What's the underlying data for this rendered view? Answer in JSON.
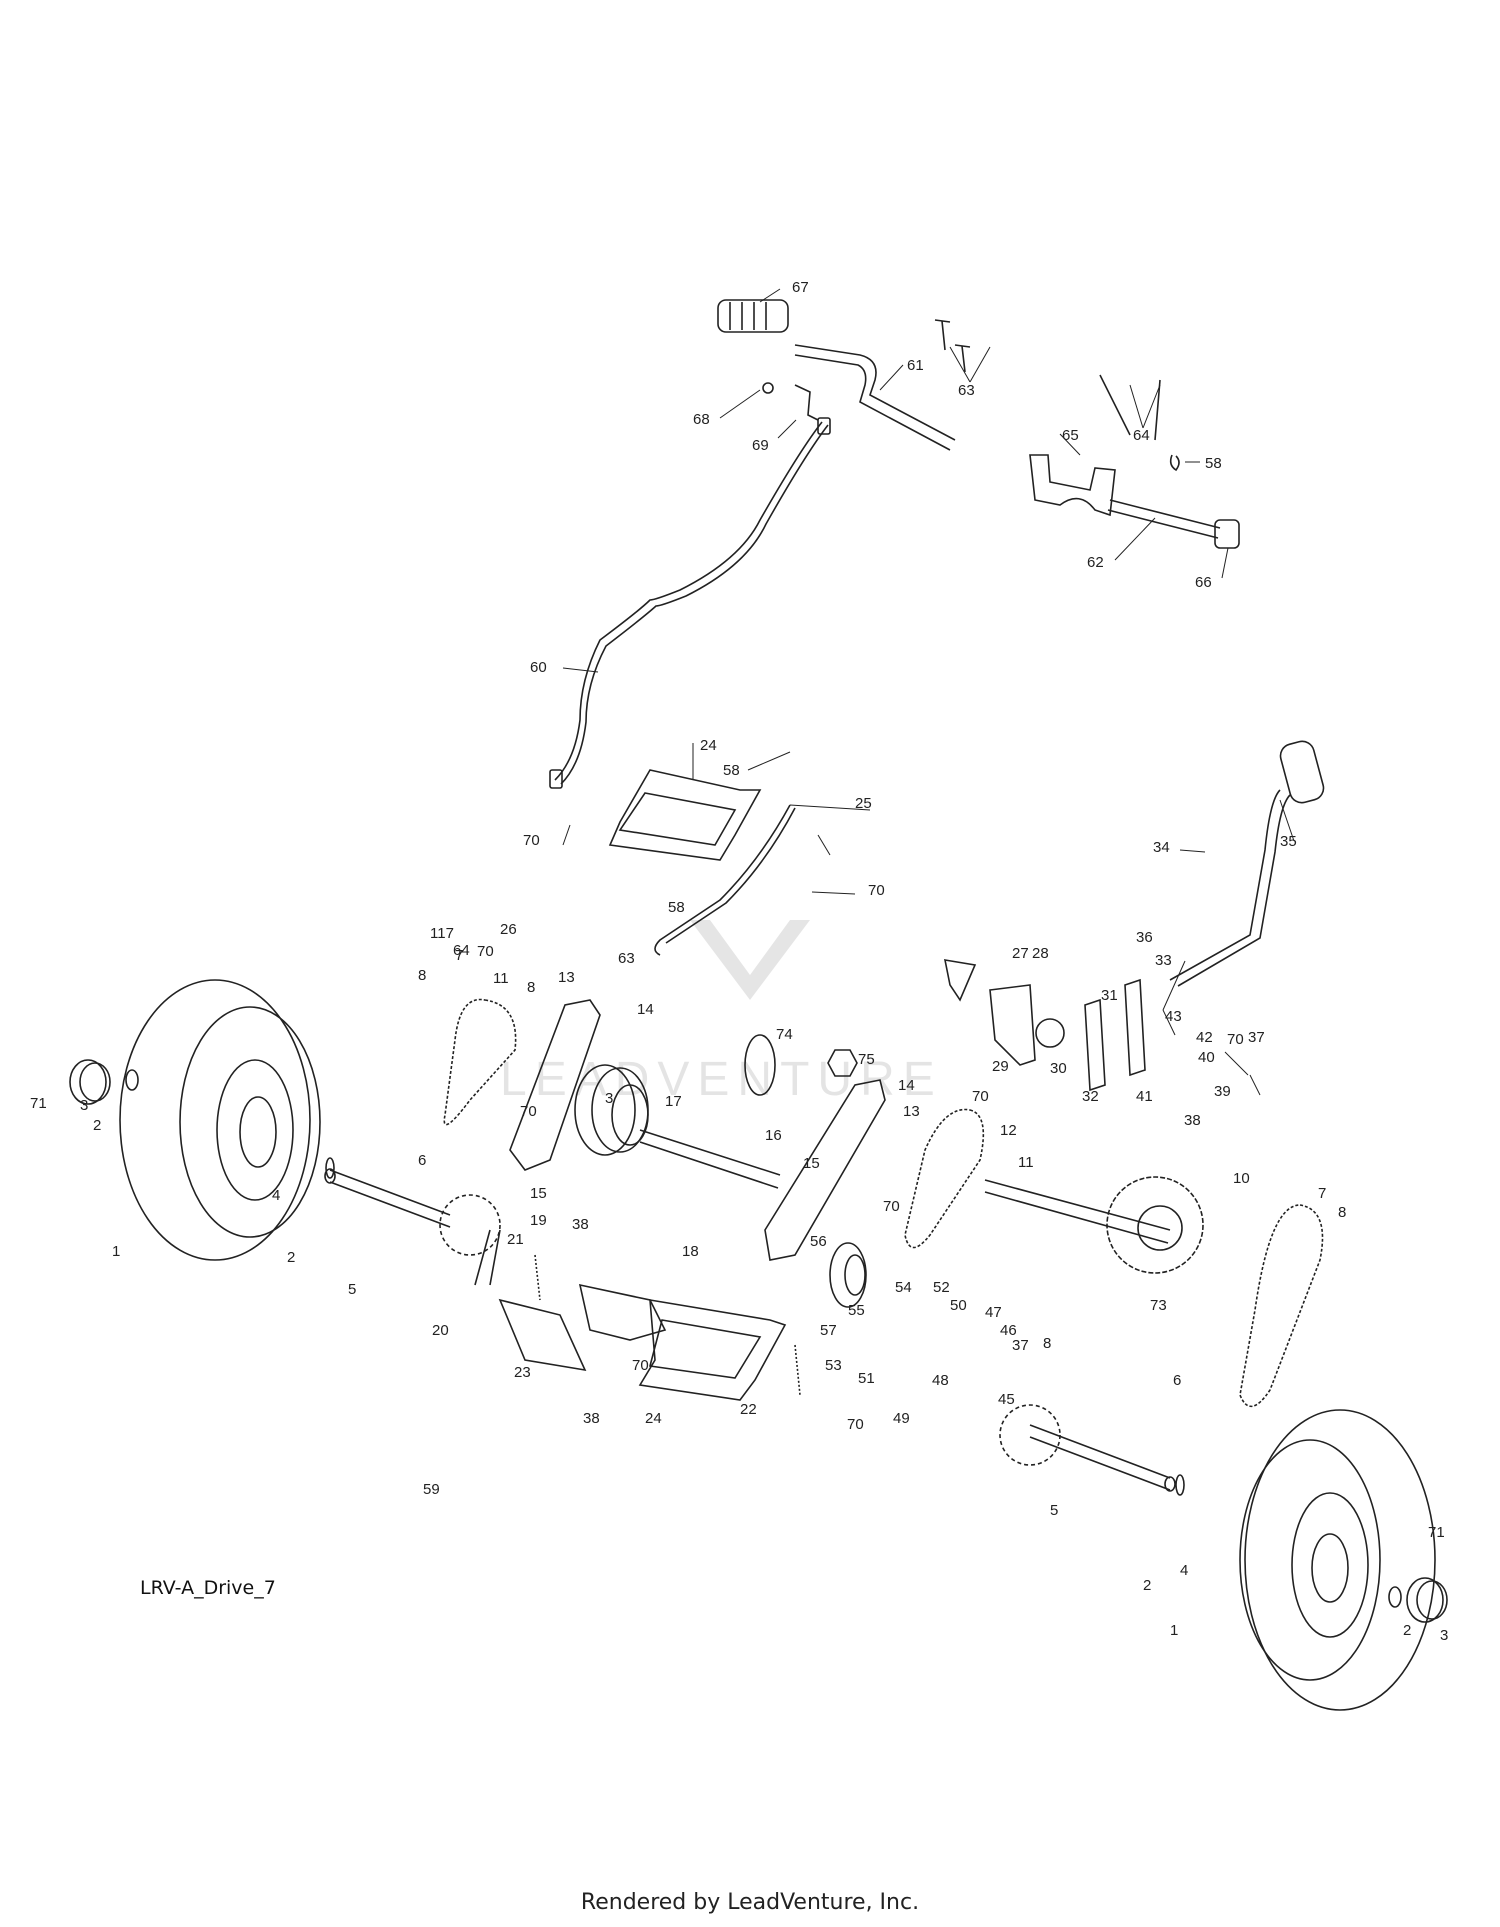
{
  "diagram_code": "LRV-A_Drive_7",
  "footer": "Rendered by LeadVenture, Inc.",
  "watermark_text": "LEADVENTURE",
  "callouts": [
    {
      "label": "67"
    },
    {
      "label": "61"
    },
    {
      "label": "63"
    },
    {
      "label": "68"
    },
    {
      "label": "69"
    },
    {
      "label": "64"
    },
    {
      "label": "65"
    },
    {
      "label": "58"
    },
    {
      "label": "62"
    },
    {
      "label": "66"
    },
    {
      "label": "60"
    },
    {
      "label": "24"
    },
    {
      "label": "58"
    },
    {
      "label": "25"
    },
    {
      "label": "70"
    },
    {
      "label": "70"
    },
    {
      "label": "58"
    },
    {
      "label": "34"
    },
    {
      "label": "35"
    },
    {
      "label": "26"
    },
    {
      "label": "64"
    },
    {
      "label": "63"
    },
    {
      "label": "117"
    },
    {
      "label": "70"
    },
    {
      "label": "7"
    },
    {
      "label": "8"
    },
    {
      "label": "11"
    },
    {
      "label": "8"
    },
    {
      "label": "13"
    },
    {
      "label": "14"
    },
    {
      "label": "36"
    },
    {
      "label": "33"
    },
    {
      "label": "27"
    },
    {
      "label": "28"
    },
    {
      "label": "31"
    },
    {
      "label": "37"
    },
    {
      "label": "43"
    },
    {
      "label": "42"
    },
    {
      "label": "70"
    },
    {
      "label": "40"
    },
    {
      "label": "39"
    },
    {
      "label": "29"
    },
    {
      "label": "30"
    },
    {
      "label": "32"
    },
    {
      "label": "41"
    },
    {
      "label": "38"
    },
    {
      "label": "74"
    },
    {
      "label": "75"
    },
    {
      "label": "71"
    },
    {
      "label": "3"
    },
    {
      "label": "2"
    },
    {
      "label": "3"
    },
    {
      "label": "17"
    },
    {
      "label": "70"
    },
    {
      "label": "14"
    },
    {
      "label": "70"
    },
    {
      "label": "13"
    },
    {
      "label": "12"
    },
    {
      "label": "16"
    },
    {
      "label": "15"
    },
    {
      "label": "15"
    },
    {
      "label": "11"
    },
    {
      "label": "10"
    },
    {
      "label": "70"
    },
    {
      "label": "7"
    },
    {
      "label": "8"
    },
    {
      "label": "6"
    },
    {
      "label": "4"
    },
    {
      "label": "1"
    },
    {
      "label": "2"
    },
    {
      "label": "5"
    },
    {
      "label": "38"
    },
    {
      "label": "19"
    },
    {
      "label": "21"
    },
    {
      "label": "18"
    },
    {
      "label": "56"
    },
    {
      "label": "54"
    },
    {
      "label": "52"
    },
    {
      "label": "55"
    },
    {
      "label": "50"
    },
    {
      "label": "73"
    },
    {
      "label": "57"
    },
    {
      "label": "47"
    },
    {
      "label": "46"
    },
    {
      "label": "8"
    },
    {
      "label": "37"
    },
    {
      "label": "6"
    },
    {
      "label": "20"
    },
    {
      "label": "53"
    },
    {
      "label": "51"
    },
    {
      "label": "48"
    },
    {
      "label": "45"
    },
    {
      "label": "70"
    },
    {
      "label": "23"
    },
    {
      "label": "22"
    },
    {
      "label": "49"
    },
    {
      "label": "38"
    },
    {
      "label": "24"
    },
    {
      "label": "70"
    },
    {
      "label": "59"
    },
    {
      "label": "5"
    },
    {
      "label": "71"
    },
    {
      "label": "2"
    },
    {
      "label": "4"
    },
    {
      "label": "1"
    },
    {
      "label": "2"
    },
    {
      "label": "3"
    }
  ]
}
